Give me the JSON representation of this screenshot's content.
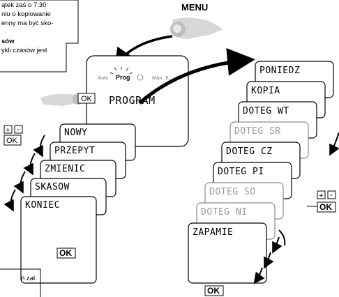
{
  "top_left_text": {
    "line1": "ątek zaś o 7:30",
    "line2": "niu o kopiowanie",
    "line3": "enny ma być sko-",
    "heading": "sów",
    "line5": "ykli  czasów  jest"
  },
  "menu_label": "MENU",
  "main_display": {
    "modes": [
      "Auto",
      "Prog",
      "Man",
      "JL"
    ],
    "title": "PROGRAM"
  },
  "buttons": {
    "ok": "OK",
    "plus": "+",
    "minus": "-"
  },
  "left_stack": [
    "NOWY",
    "PRZEPYT",
    "ZMIENIC",
    "SKASOW",
    "KONIEC"
  ],
  "right_stack": [
    {
      "label": "PONIEDZ",
      "dim": false
    },
    {
      "label": "KOPIA",
      "dim": false
    },
    {
      "label": "DOTEG WT",
      "dim": false
    },
    {
      "label": "DOTEG SR",
      "dim": true
    },
    {
      "label": "DOTEG CZ",
      "dim": false
    },
    {
      "label": "DOTEG PI",
      "dim": false
    },
    {
      "label": "DOTEG SO",
      "dim": true
    },
    {
      "label": "DOTEG NI",
      "dim": true
    },
    {
      "label": "ZAPAMIE",
      "dim": false
    }
  ],
  "bottom_left_text": "ń zał."
}
